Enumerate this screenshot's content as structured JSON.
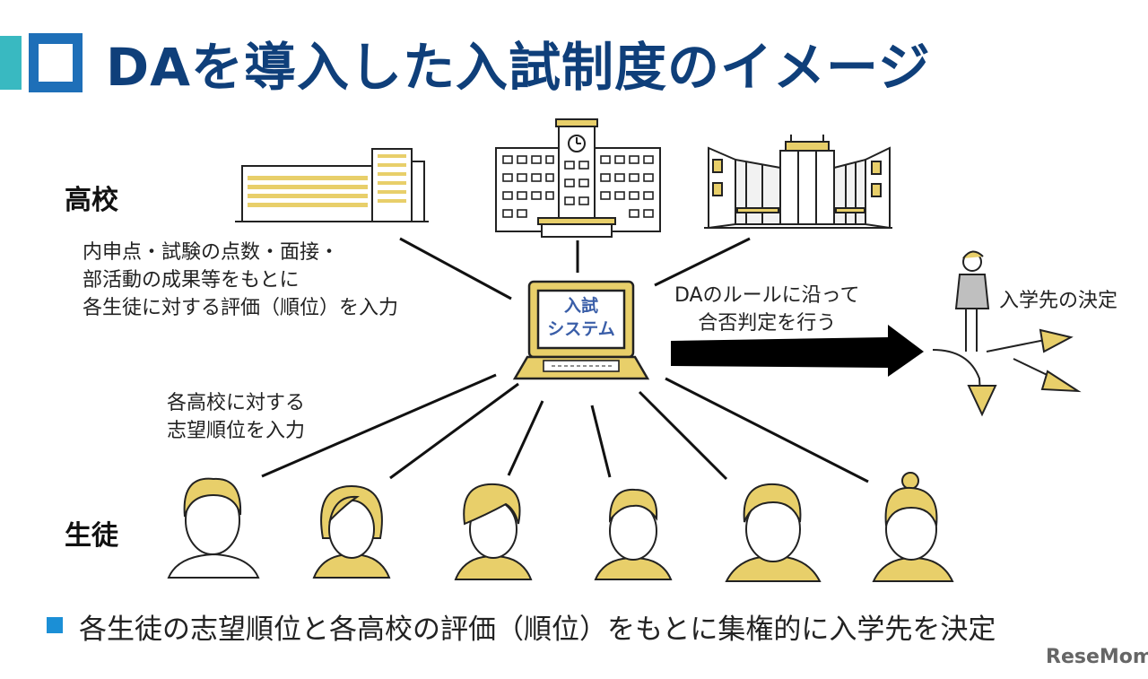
{
  "title": "DAを導入した入試制度のイメージ",
  "labels": {
    "schools": "高校",
    "students": "生徒"
  },
  "school_criteria": [
    "内申点・試験の点数・面接・",
    "部活動の成果等をもとに",
    "各生徒に対する評価（順位）を入力"
  ],
  "student_input": [
    "各高校に対する",
    "志望順位を入力"
  ],
  "system": {
    "line1": "入試",
    "line2": "システム"
  },
  "process": [
    "DAのルールに沿って",
    "合否判定を行う"
  ],
  "result": "入学先の決定",
  "summary": "各生徒の志望順位と各高校の評価（順位）をもとに集権的に入学先を決定",
  "brand": "ReseMom",
  "colors": {
    "title": "#0f3f7a",
    "accent_yellow": "#e8cf6a",
    "bullet": "#1b8fd6",
    "icon_square": "#1e6fb8",
    "teal": "#39b9c1"
  }
}
